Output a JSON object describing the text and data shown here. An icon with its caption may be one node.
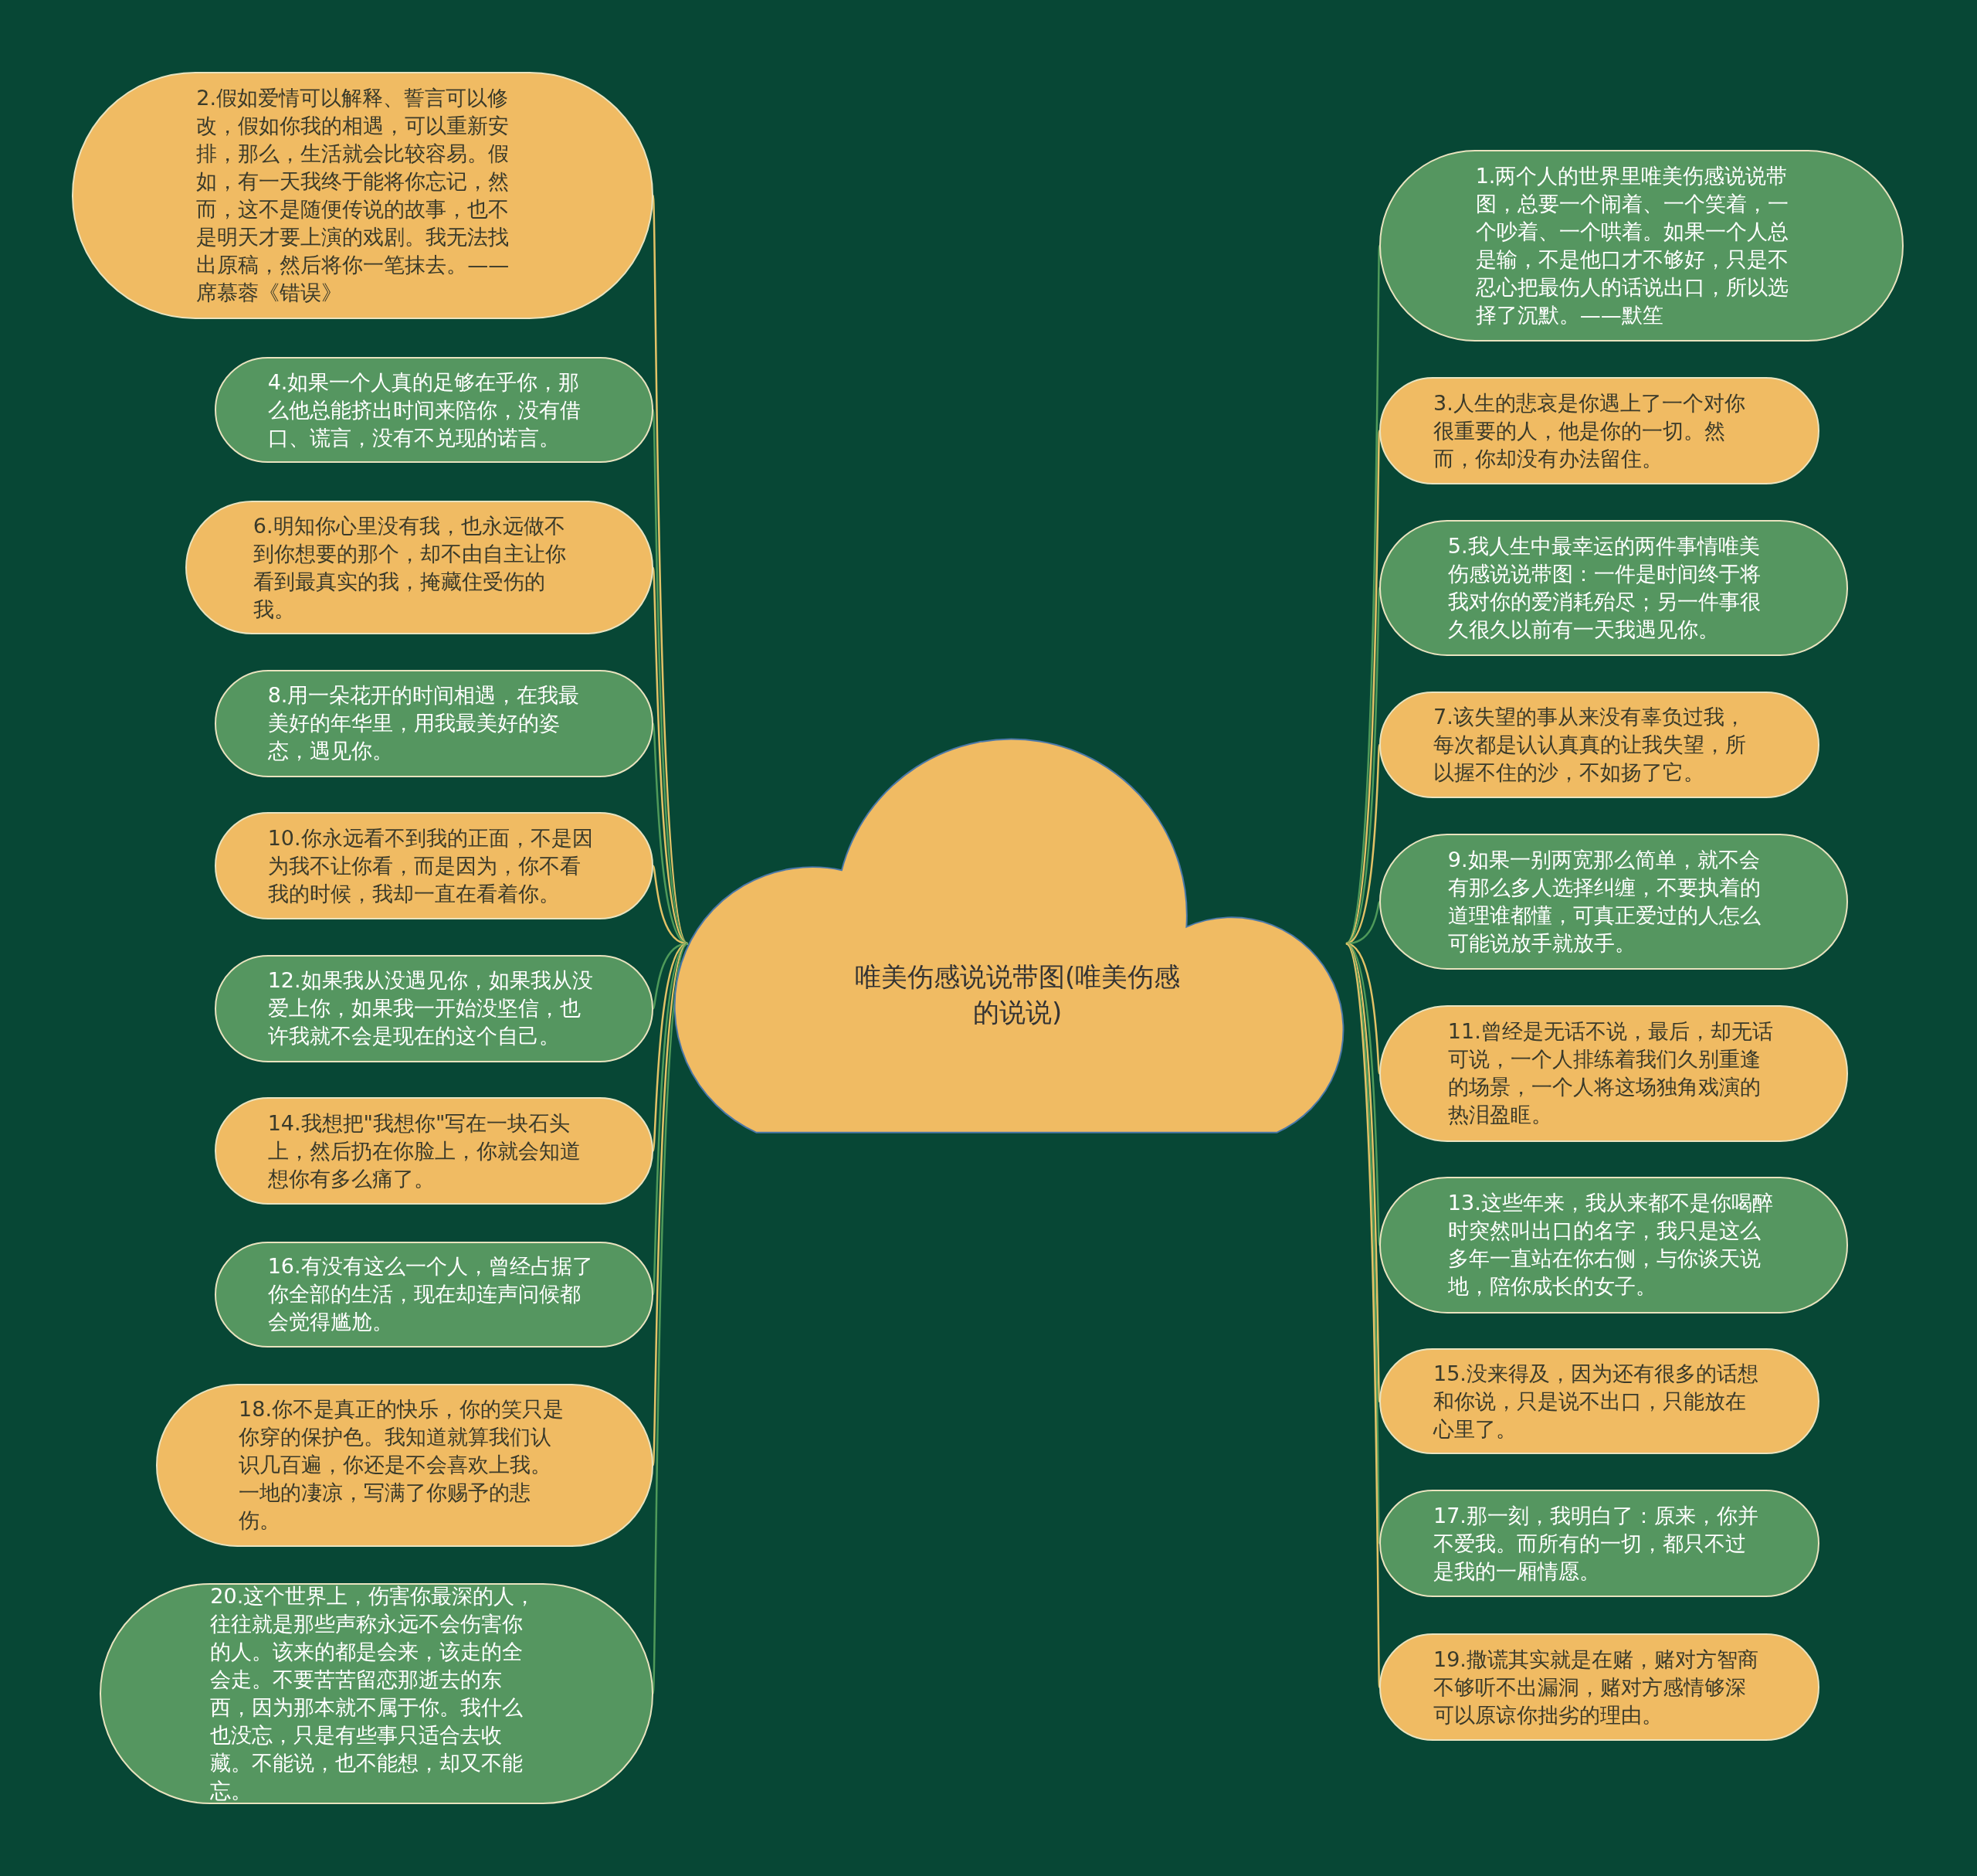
{
  "diagram": {
    "nodes": [
      {
        "text": [
          "唯美伤感说说带图(唯美伤感的说说)"
        ]
      },
      {
        "text": [
          "1.两个人的世界里唯美伤感说说带图，总要一个闹着、一个笑着，一个吵着、一个哄着。如果一个人总是输，不是他口才不够好，只是不忍心把最伤人的话说出口，所以选择了沉默。——默笙"
        ]
      },
      {
        "text": [
          "2.假如爱情可以解释、誓言可以修改，假如你我的相遇，可以重新安排，那么，生活就会比较容易。假如，有一天我终于能将你忘记，然而，这不是随便传说的故事，也不是明天才要上演的戏剧。我无法找出原稿，然后将你一笔抹去。——席慕蓉《错误》"
        ]
      },
      {
        "text": [
          "3.人生的悲哀是你遇上了一个对你很重要的人，他是你的一切。然而，你却没有办法留住。"
        ]
      },
      {
        "text": [
          "4.如果一个人真的足够在乎你，那么他总能挤出时间来陪你，没有借口、谎言，没有不兑现的诺言。"
        ]
      },
      {
        "text": [
          "5.我人生中最幸运的两件事情唯美伤感说说带图：一件是时间终于将我对你的爱消耗殆尽；另一件事很久很久以前有一天我遇见你。"
        ]
      },
      {
        "text": [
          "6.明知你心里没有我，也永远做不到你想要的那个，却不由自主让你看到最真实的我，掩藏住受伤的我。"
        ]
      },
      {
        "text": [
          "7.该失望的事从来没有辜负过我，每次都是认认真真的让我失望，所以握不住的沙，不如扬了它。"
        ]
      },
      {
        "text": [
          "8.用一朵花开的时间相遇，在我最美好的年华里，用我最美好的姿态，遇见你。"
        ]
      },
      {
        "text": [
          "9.如果一别两宽那么简单，就不会有那么多人选择纠缠，不要执着的道理谁都懂，可真正爱过的人怎么可能说放手就放手。"
        ]
      },
      {
        "text": [
          "10.你永远看不到我的正面，不是因为我不让你看，而是因为，你不看我的时候，我却一直在看着你。"
        ]
      },
      {
        "text": [
          "11.曾经是无话不说，最后，却无话可说，一个人排练着我们久别重逢的场景，一个人将这场独角戏演的热泪盈眶。"
        ]
      },
      {
        "text": [
          "12.如果我从没遇见你，如果我从没爱上你，如果我一开始没坚信，也许我就不会是现在的这个自己。"
        ]
      },
      {
        "text": [
          "13.这些年来，我从来都不是你喝醉时突然叫出口的名字，我只是这么多年一直站在你右侧，与你谈天说地，陪你成长的女子。"
        ]
      },
      {
        "text": [
          "14.我想把\"我想你\"写在一块石头上，然后扔在你脸上，你就会知道想你有多么痛了。"
        ]
      },
      {
        "text": [
          "15.没来得及，因为还有很多的话想和你说，只是说不出口，只能放在心里了。"
        ]
      },
      {
        "text": [
          "16.有没有这么一个人，曾经占据了你全部的生活，现在却连声问候都会觉得尴尬。"
        ]
      },
      {
        "text": [
          "17.那一刻，我明白了：原来，你并不爱我。而所有的一切，都只不过是我的一厢情愿。"
        ]
      },
      {
        "text": [
          "18.你不是真正的快乐，你的笑只是你穿的保护色。我知道就算我们认识几百遍，你还是不会喜欢上我。一地的凄凉，写满了你赐予的悲伤。"
        ]
      },
      {
        "text": [
          "19.撒谎其实就是在赌，赌对方智商不够听不出漏洞，赌对方感情够深可以原谅你拙劣的理由。"
        ]
      },
      {
        "text": [
          "20.这个世界上，伤害你最深的人，往往就是那些声称永远不会伤害你的人。该来的都是会来，该走的全会走。不要苦苦留恋那逝去的东西，因为那本就不属于你。我什么也没忘，只是有些事只适合去收藏。不能说，也不能想，却又不能忘。"
        ]
      }
    ],
    "edges": [
      {
        "from": 0,
        "to": 1,
        "arrow": "none",
        "color": "#4f9a5a"
      },
      {
        "from": 0,
        "to": 2,
        "arrow": "none",
        "color": "#e3c267"
      },
      {
        "from": 0,
        "to": 3,
        "arrow": "none",
        "color": "#e3c267"
      },
      {
        "from": 0,
        "to": 4,
        "arrow": "none",
        "color": "#4f9a5a"
      },
      {
        "from": 0,
        "to": 5,
        "arrow": "none",
        "color": "#4f9a5a"
      },
      {
        "from": 0,
        "to": 6,
        "arrow": "none",
        "color": "#e3c267"
      },
      {
        "from": 0,
        "to": 7,
        "arrow": "none",
        "color": "#e3c267"
      },
      {
        "from": 0,
        "to": 8,
        "arrow": "none",
        "color": "#4f9a5a"
      },
      {
        "from": 0,
        "to": 9,
        "arrow": "none",
        "color": "#4f9a5a"
      },
      {
        "from": 0,
        "to": 10,
        "arrow": "none",
        "color": "#e3c267"
      },
      {
        "from": 0,
        "to": 11,
        "arrow": "none",
        "color": "#e3c267"
      },
      {
        "from": 0,
        "to": 12,
        "arrow": "none",
        "color": "#4f9a5a"
      },
      {
        "from": 0,
        "to": 13,
        "arrow": "none",
        "color": "#4f9a5a"
      },
      {
        "from": 0,
        "to": 14,
        "arrow": "none",
        "color": "#e3c267"
      },
      {
        "from": 0,
        "to": 15,
        "arrow": "none",
        "color": "#e3c267"
      },
      {
        "from": 0,
        "to": 16,
        "arrow": "none",
        "color": "#4f9a5a"
      },
      {
        "from": 0,
        "to": 17,
        "arrow": "none",
        "color": "#4f9a5a"
      },
      {
        "from": 0,
        "to": 18,
        "arrow": "none",
        "color": "#e3c267"
      },
      {
        "from": 0,
        "to": 19,
        "arrow": "none",
        "color": "#e3c267"
      },
      {
        "from": 0,
        "to": 20,
        "arrow": "none",
        "color": "#4f9a5a"
      }
    ]
  }
}
